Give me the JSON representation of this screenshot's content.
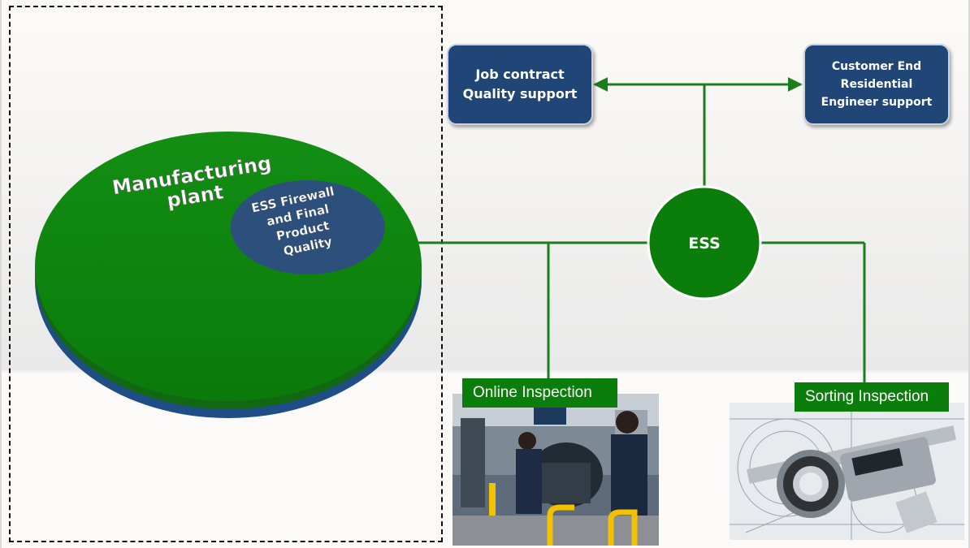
{
  "plant": {
    "title_line1": "Manufacturing",
    "title_line2": "plant",
    "firewall_lines": [
      "ESS Firewall",
      "and Final",
      "Product",
      "Quality"
    ]
  },
  "ess": {
    "label": "ESS"
  },
  "boxes": {
    "job_contract": [
      "Job contract",
      "Quality support"
    ],
    "customer_end": [
      "Customer End",
      "Residential",
      "Engineer support"
    ]
  },
  "tags": {
    "online": "Online Inspection",
    "sorting": "Sorting Inspection"
  },
  "photos": {
    "online_icon": "factory-workers-photo",
    "sorting_icon": "caliper-bearing-photo"
  },
  "colors": {
    "green": "#0a7d0a",
    "navy": "#1f4677",
    "connector": "#1b7d1b"
  }
}
